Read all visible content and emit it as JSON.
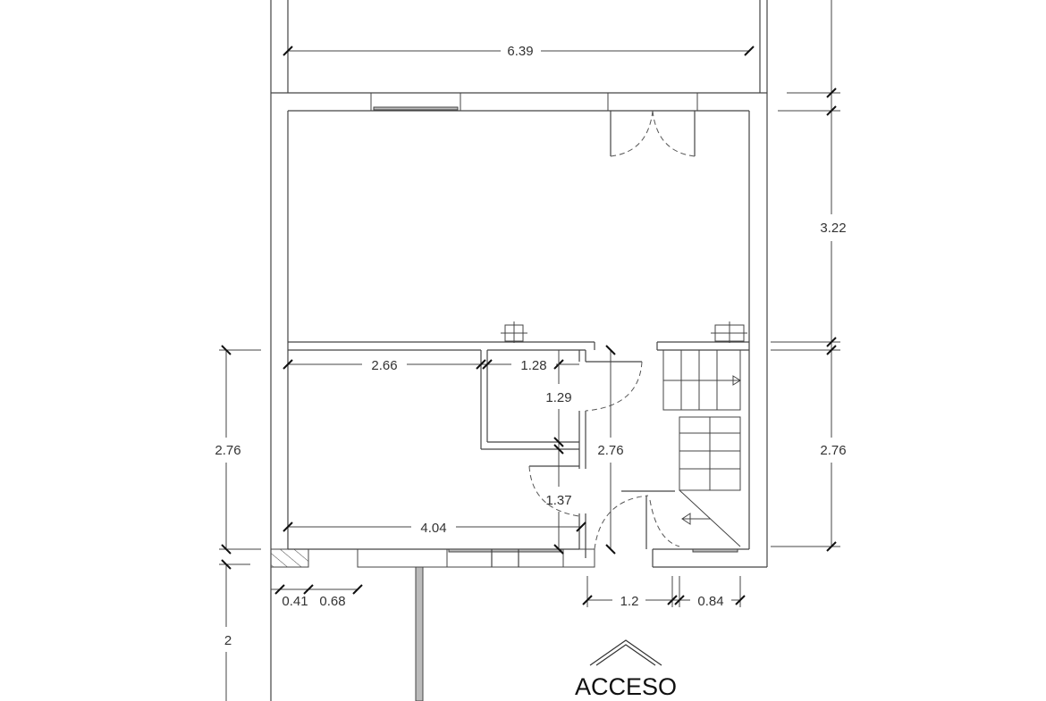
{
  "dimensions": {
    "top_width": "6.39",
    "right_upper": "3.22",
    "right_lower": "2.76",
    "left_room_height": "2.76",
    "left_entry": "2",
    "room_width_upper": "2.66",
    "closet_width": "1.28",
    "closet_height": "1.29",
    "hall_height": "2.76",
    "door_width": "1.37",
    "room_width_lower": "4.04",
    "bottom_a": "0.41",
    "bottom_b": "0.68",
    "entry_width": "1.2",
    "stair_width": "0.84"
  },
  "labels": {
    "access": "ACCESO"
  }
}
